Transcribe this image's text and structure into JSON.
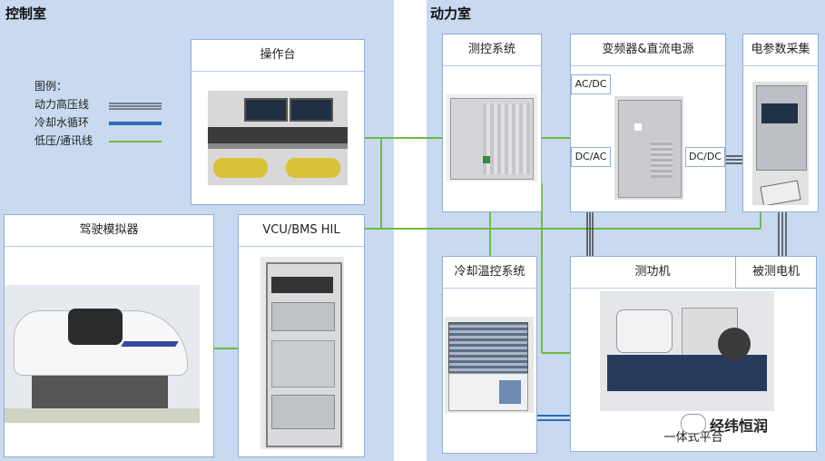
{
  "zones": {
    "control_room": "控制室",
    "power_room": "动力室"
  },
  "legend": {
    "title": "图例：",
    "high_voltage": "动力高压线",
    "cooling": "冷却水循环",
    "low_voltage": "低压/通讯线"
  },
  "cards": {
    "console": "操作台",
    "driving_sim": "驾驶模拟器",
    "hil": "VCU/BMS HIL",
    "measure": "测控系统",
    "inverter": "变频器&直流电源",
    "elec_param": "电参数采集",
    "cooling_temp": "冷却温控系统",
    "dyno": "测功机",
    "motor": "被测电机",
    "platform": "一体式平台"
  },
  "tags": {
    "acdc": "AC/DC",
    "dcac": "DC/AC",
    "dcdc": "DC/DC"
  },
  "watermark": "经纬恒润",
  "colors": {
    "zone": "#c9d9ef",
    "high_voltage": "#222222",
    "cooling": "#2e6db5",
    "low_voltage": "#6dbb45"
  }
}
